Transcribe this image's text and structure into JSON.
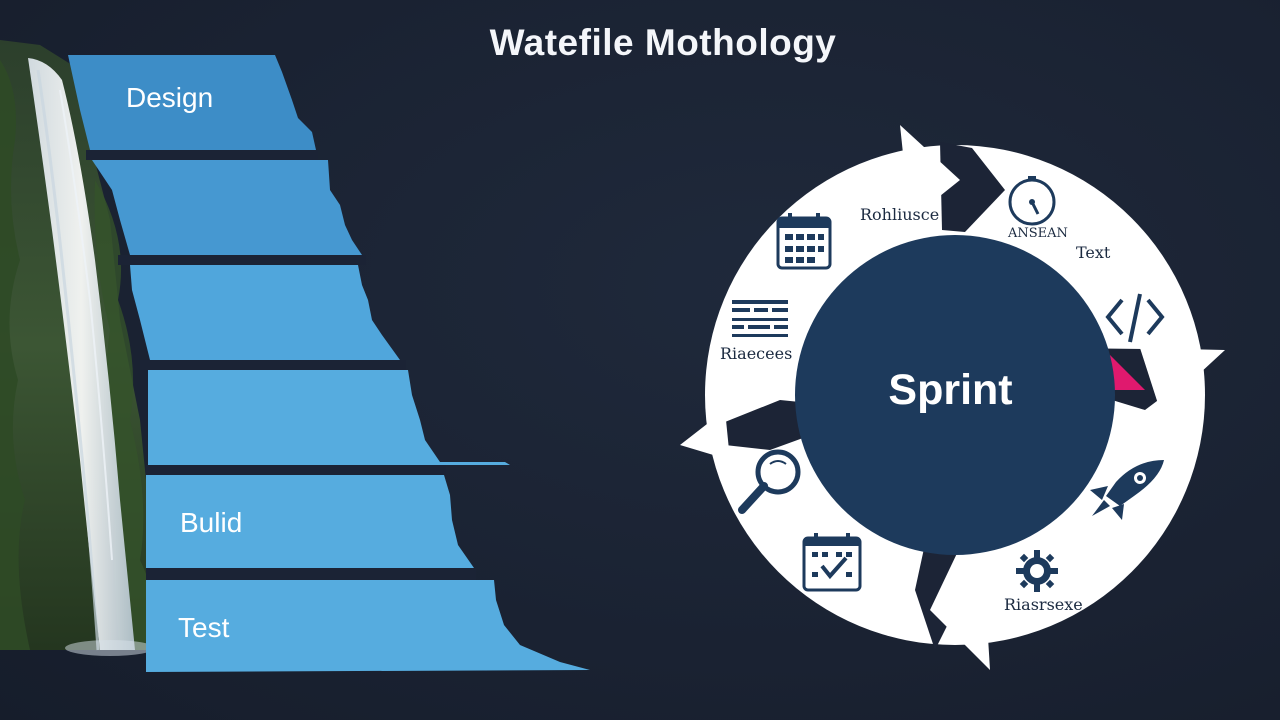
{
  "title": "Watefile Mothology",
  "waterfall": {
    "steps": [
      {
        "label": "Design"
      },
      {
        "label": ""
      },
      {
        "label": ""
      },
      {
        "label": ""
      },
      {
        "label": "Bulid"
      },
      {
        "label": "Test"
      }
    ]
  },
  "cycle": {
    "center_label": "Sprint",
    "labels": {
      "top": "Rohliusce",
      "right_top": "Text",
      "left": "Riaecees",
      "bottom_right": "Riasrsexe",
      "gauge_caption": "ANSEAN"
    },
    "icons": [
      "calendar-icon",
      "gauge-icon",
      "code-icon",
      "text-block-icon",
      "search-icon",
      "rocket-icon",
      "calendar-check-icon",
      "gear-icon"
    ]
  },
  "colors": {
    "background": "#1a2233",
    "step_top": "#3d8dc7",
    "step_light": "#56acdf",
    "ring": "#ffffff",
    "core": "#1d3a5c",
    "accent": "#e0196e"
  }
}
